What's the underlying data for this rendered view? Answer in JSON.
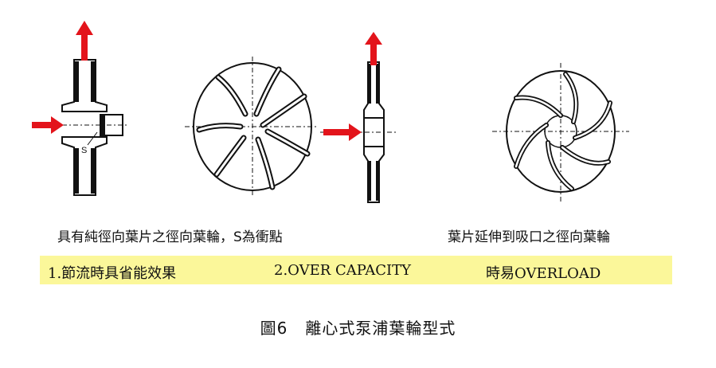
{
  "captions": {
    "left": "具有純徑向葉片之徑向葉輪，S為衝點",
    "right": "葉片延伸到吸口之徑向葉輪"
  },
  "highlight": {
    "item1": "1.節流時具省能效果",
    "item2": "2.OVER CAPACITY",
    "item3": "時易OVERLOAD"
  },
  "figure": {
    "number": "圖6",
    "title": "離心式泵浦葉輪型式"
  },
  "labels": {
    "shock_point": "S"
  },
  "colors": {
    "arrow": "#e3141b",
    "highlight": "#fbf79a",
    "line": "#111111"
  }
}
